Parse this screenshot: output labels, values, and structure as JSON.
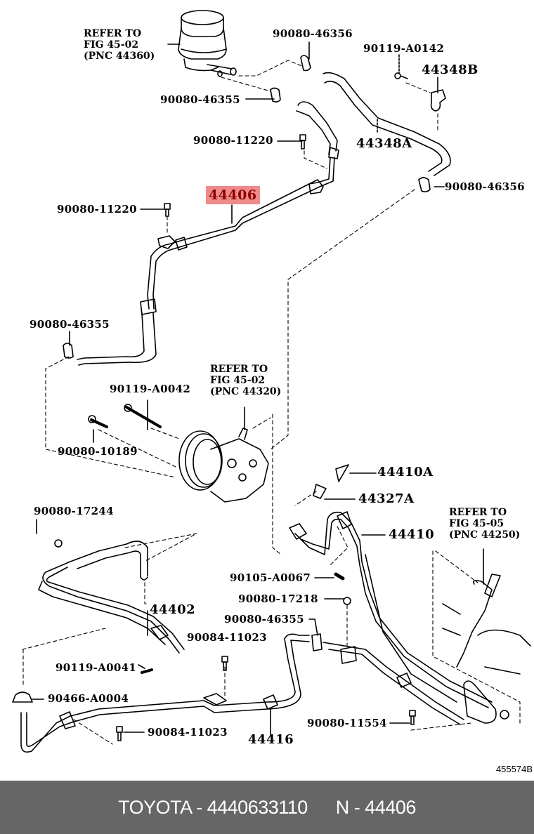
{
  "diagram": {
    "title": "Power steering hoses and pipes parts diagram",
    "highlight_color": "#f08a8a",
    "highlighted_part": "44406",
    "references": [
      {
        "lines": [
          "REFER TO",
          "FIG 45-02",
          "(PNC 44360)"
        ]
      },
      {
        "lines": [
          "REFER TO",
          "FIG 45-02",
          "(PNC 44320)"
        ]
      },
      {
        "lines": [
          "REFER TO",
          "FIG 45-05",
          "(PNC 44250)"
        ]
      }
    ],
    "labels": {
      "p_46356_top": "90080-46356",
      "p_a0142": "90119-A0142",
      "p_44348b": "44348B",
      "p_46355_top": "90080-46355",
      "p_11220_top": "90080-11220",
      "p_44348a": "44348A",
      "p_44406": "44406",
      "p_46356_right": "90080-46356",
      "p_11220_left": "90080-11220",
      "p_46355_left": "90080-46355",
      "p_a0042": "90119-A0042",
      "p_10189": "90080-10189",
      "p_44410a": "44410A",
      "p_44327a": "44327A",
      "p_17244": "90080-17244",
      "p_44410": "44410",
      "p_a0067": "90105-A0067",
      "p_17218": "90080-17218",
      "p_44402": "44402",
      "p_46355_mid": "90080-46355",
      "p_11023_top": "90084-11023",
      "p_a0041": "90119-A0041",
      "p_a0004": "90466-A0004",
      "p_11023_bottom": "90084-11023",
      "p_44416": "44416",
      "p_11554": "90080-11554"
    },
    "illustration_code": "455574B"
  },
  "footer": {
    "brand_part": "TOYOTA - 4440633110",
    "pnc": "N - 44406"
  }
}
